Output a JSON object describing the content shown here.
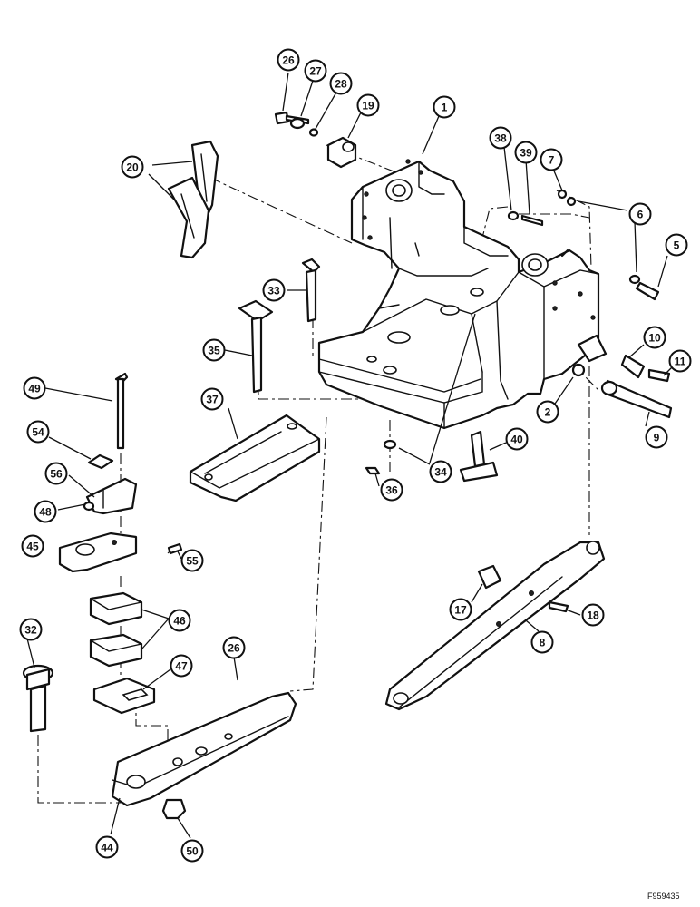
{
  "figure_ref": "F959435",
  "callouts": [
    {
      "id": "26a",
      "label": "26"
    },
    {
      "id": "27",
      "label": "27"
    },
    {
      "id": "28",
      "label": "28"
    },
    {
      "id": "19",
      "label": "19"
    },
    {
      "id": "1",
      "label": "1"
    },
    {
      "id": "38",
      "label": "38"
    },
    {
      "id": "39",
      "label": "39"
    },
    {
      "id": "7",
      "label": "7"
    },
    {
      "id": "6",
      "label": "6"
    },
    {
      "id": "5",
      "label": "5"
    },
    {
      "id": "20",
      "label": "20"
    },
    {
      "id": "33",
      "label": "33"
    },
    {
      "id": "35",
      "label": "35"
    },
    {
      "id": "10",
      "label": "10"
    },
    {
      "id": "11",
      "label": "11"
    },
    {
      "id": "2",
      "label": "2"
    },
    {
      "id": "9",
      "label": "9"
    },
    {
      "id": "49",
      "label": "49"
    },
    {
      "id": "37",
      "label": "37"
    },
    {
      "id": "40",
      "label": "40"
    },
    {
      "id": "34",
      "label": "34"
    },
    {
      "id": "54",
      "label": "54"
    },
    {
      "id": "36",
      "label": "36"
    },
    {
      "id": "56",
      "label": "56"
    },
    {
      "id": "48",
      "label": "48"
    },
    {
      "id": "45",
      "label": "45"
    },
    {
      "id": "55",
      "label": "55"
    },
    {
      "id": "17",
      "label": "17"
    },
    {
      "id": "18",
      "label": "18"
    },
    {
      "id": "46",
      "label": "46"
    },
    {
      "id": "8",
      "label": "8"
    },
    {
      "id": "32",
      "label": "32"
    },
    {
      "id": "26b",
      "label": "26"
    },
    {
      "id": "47",
      "label": "47"
    },
    {
      "id": "44",
      "label": "44"
    },
    {
      "id": "50",
      "label": "50"
    }
  ]
}
